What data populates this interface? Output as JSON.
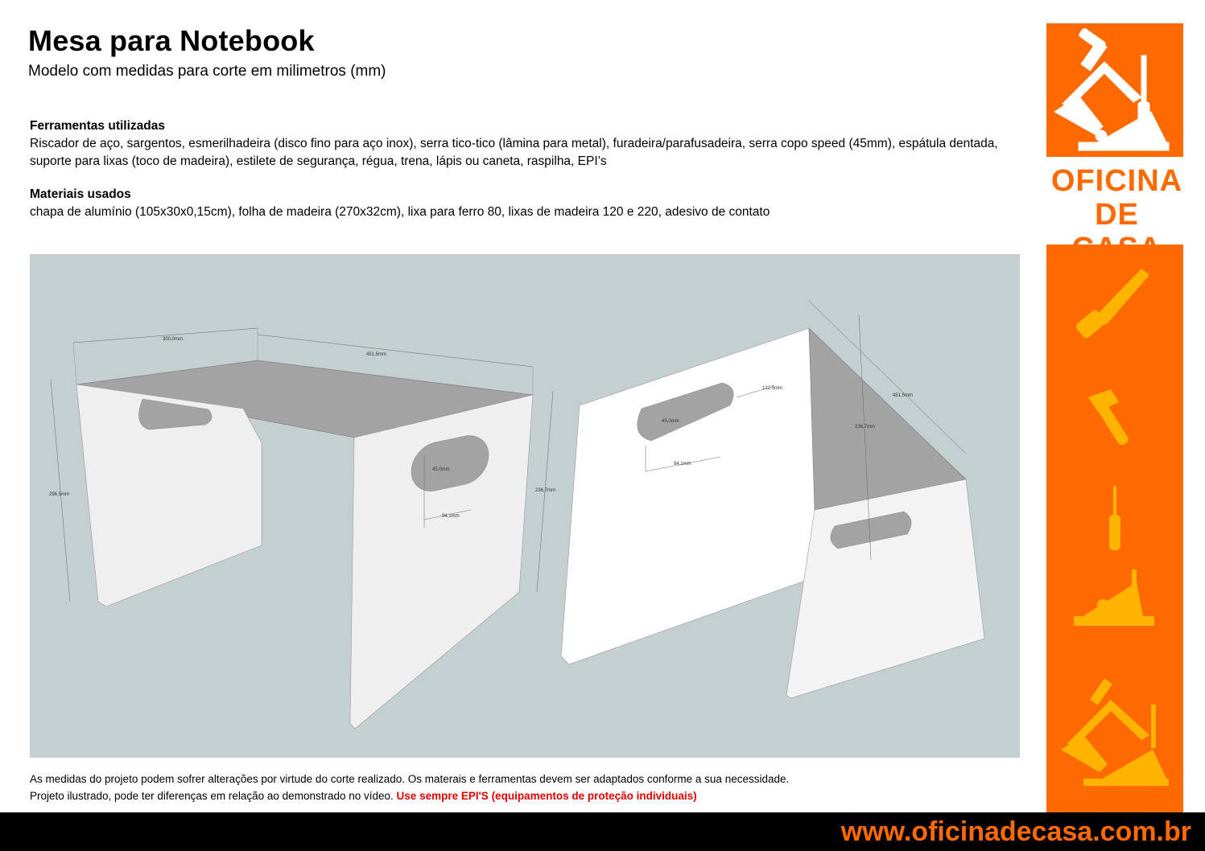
{
  "header": {
    "title": "Mesa para Notebook",
    "subtitle": "Modelo com medidas para corte em milimetros (mm)"
  },
  "tools": {
    "heading": "Ferramentas utilizadas",
    "text": "Riscador de aço, sargentos, esmerilhadeira (disco fino para aço inox), serra tico-tico (lâmina para metal), furadeira/parafusadeira, serra copo speed (45mm), espátula dentada, suporte para lixas (toco de madeira), estilete de segurança, régua, trena, lápis ou caneta, raspilha, EPI’s"
  },
  "materials": {
    "heading": "Materiais usados",
    "text": "chapa de alumínio (105x30x0,15cm), folha de madeira (270x32cm), lixa para ferro 80, lixas de madeira 120 e 220, adesivo de contato"
  },
  "diagram": {
    "left_view": {
      "dim_width": "300,0mm",
      "dim_depth": "451,5mm",
      "dim_height_left": "296,5mm",
      "dim_height_right": "236,7mm",
      "dim_hole_height": "45,0mm",
      "dim_hole_width": "94,1mm"
    },
    "right_view": {
      "dim_radius": "122,5mm",
      "dim_hole_height": "45,0mm",
      "dim_hole_width": "94,1mm",
      "dim_depth": "451,5mm",
      "dim_height": "236,7mm"
    }
  },
  "notes": {
    "line1": "As medidas do projeto podem sofrer alterações por virtude do corte realizado. Os materais e ferramentas devem ser adaptados conforme a sua necessidade.",
    "line2": "Projeto ilustrado, pode ter diferenças em relação ao demonstrado no vídeo.",
    "warning": "Use sempre EPI'S (equipamentos de proteção individuais)"
  },
  "brand": {
    "line1": "OFICINA",
    "line2": "DE CASA",
    "url": "www.oficinadecasa.com.br"
  },
  "colors": {
    "accent": "#ff6a00",
    "icon": "#ffb400",
    "warning": "#e00000",
    "diagram_bg": "#c4cfd0"
  },
  "icons": [
    "saw-icon",
    "hammer-icon",
    "screwdriver-icon",
    "plane-icon",
    "tools-house-icon"
  ]
}
